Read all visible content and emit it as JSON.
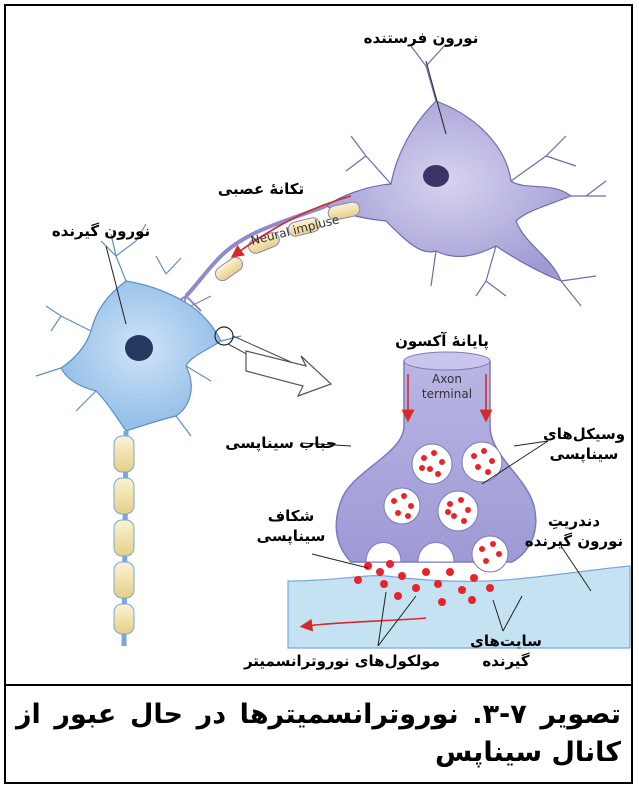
{
  "labels": {
    "sending_neuron": "نورون فرستنده",
    "nerve_impulse": "تکانهٔ عصبی",
    "neural_impulse_en": "Neural impluse",
    "receiving_neuron": "نورون گیرنده",
    "axon_terminal": "پایانهٔ آکسون",
    "axon_terminal_en_1": "Axon",
    "axon_terminal_en_2": "terminal",
    "synaptic_bulb": "حباب سیناپسی",
    "synaptic_vesicles_1": "وسیکل‌های",
    "synaptic_vesicles_2": "سیناپسی",
    "synaptic_cleft_1": "شکاف",
    "synaptic_cleft_2": "سیناپسی",
    "dendrite_1": "دندریتِ",
    "dendrite_2": "نورون گیرنده",
    "receptor_sites_1": "سایت‌های",
    "receptor_sites_2": "گیرنده",
    "neurotransmitter_molecules": "مولکول‌های نوروترانسمیتر"
  },
  "caption": "تصویر ۷-۳. نوروترانسمیترها در حال عبور از کانال سیناپس",
  "colors": {
    "sending_neuron": "#a9a6d6",
    "receiving_neuron": "#9cc4ea",
    "axon_terminal": "#a8a4d8",
    "dendrite": "#c5e2f2",
    "vesicle_dots": "#e8242a",
    "myelin": "#f6e6b0",
    "arrow_red": "#d62a2a"
  }
}
